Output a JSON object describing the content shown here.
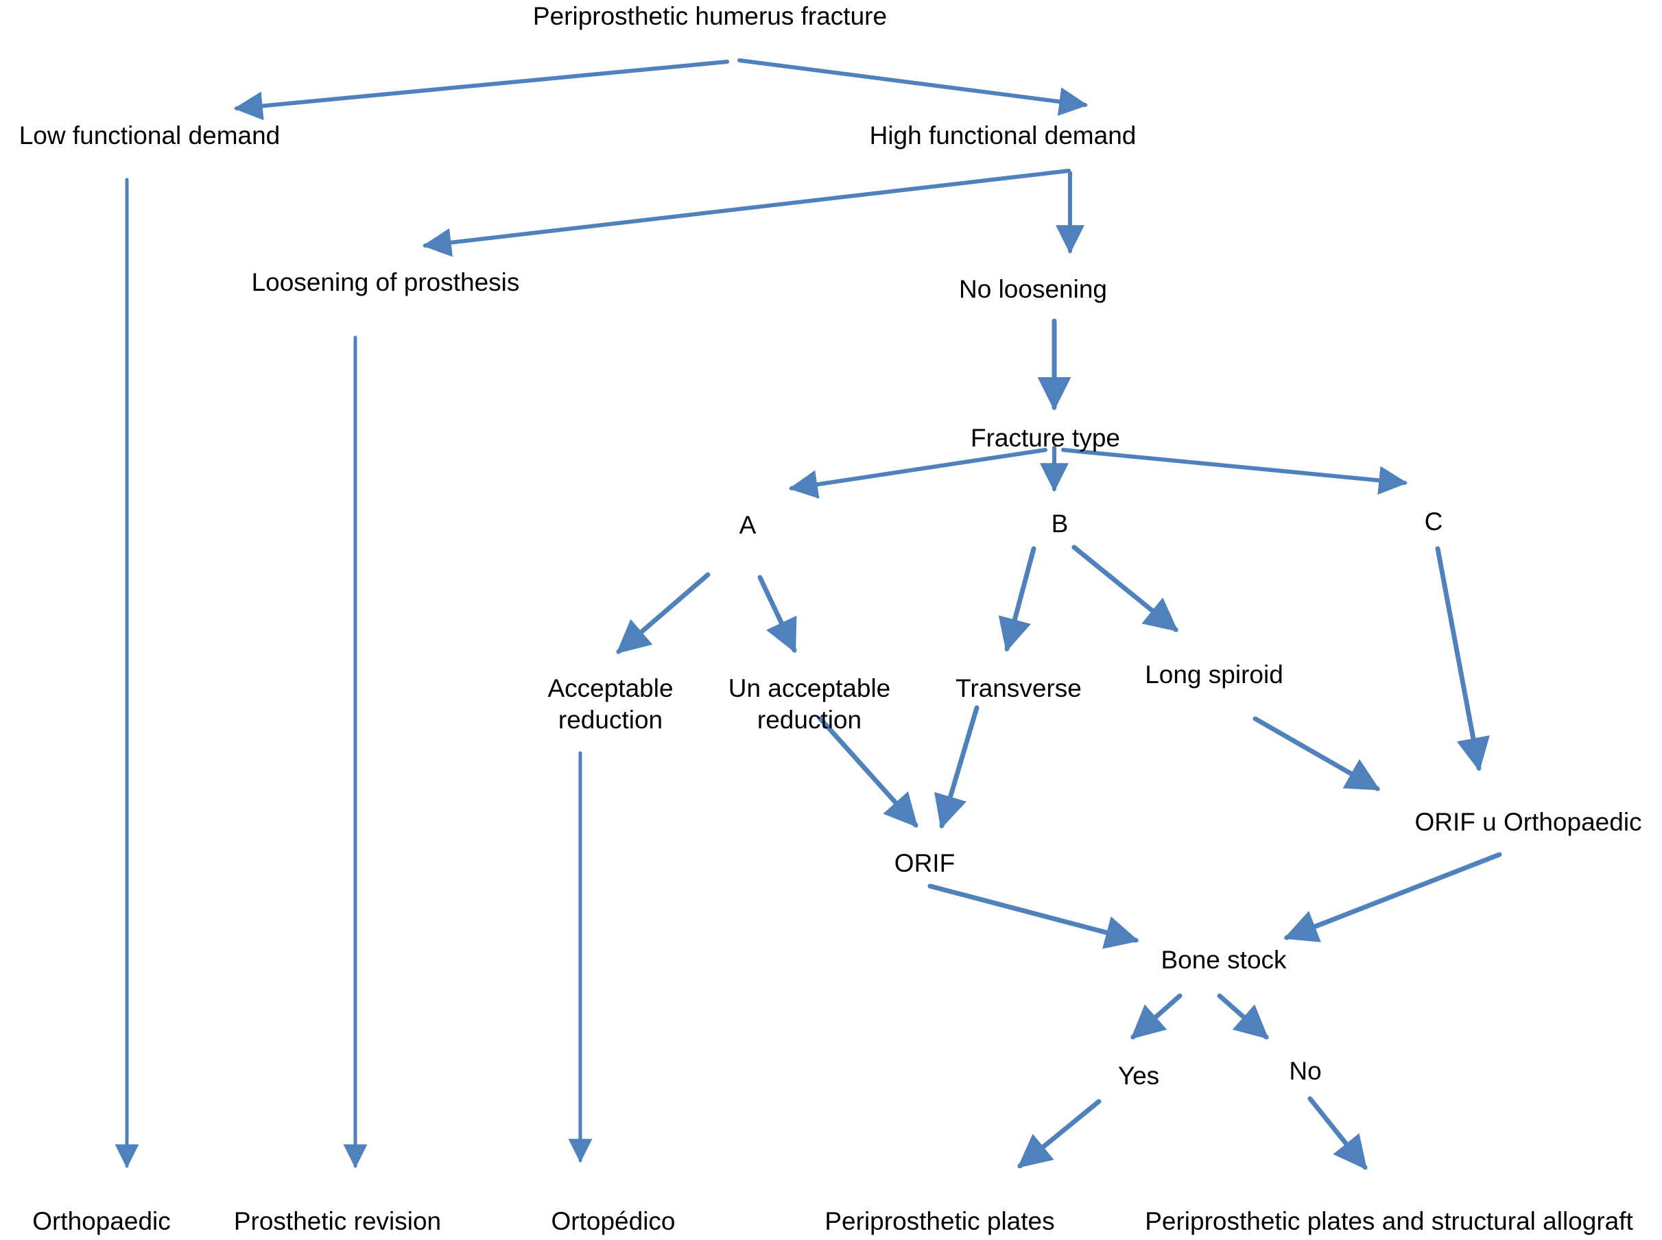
{
  "diagram": {
    "title": "Periprosthetic humerus fracture",
    "arrow_color": "#4f81bd",
    "text_color": "#000000"
  },
  "nodes": {
    "title": {
      "label": "Periprosthetic humerus fracture"
    },
    "low_functional_demand": {
      "label": "Low functional demand"
    },
    "high_functional_demand": {
      "label": "High functional demand"
    },
    "loosening_of_prosthesis": {
      "label": "Loosening of prosthesis"
    },
    "no_loosening": {
      "label": "No loosening"
    },
    "fracture_type": {
      "label": "Fracture type"
    },
    "type_a": {
      "label": "A"
    },
    "type_b": {
      "label": "B"
    },
    "type_c": {
      "label": "C"
    },
    "acceptable_reduction": {
      "label": "Acceptable reduction",
      "lines": [
        "Acceptable",
        "reduction"
      ]
    },
    "unacceptable_reduction": {
      "label": "Un acceptable reduction",
      "lines": [
        "Un acceptable",
        "reduction"
      ]
    },
    "transverse": {
      "label": "Transverse"
    },
    "long_spiroid": {
      "label": "Long spiroid"
    },
    "orif": {
      "label": "ORIF"
    },
    "orif_u_orthopaedic": {
      "label": "ORIF u Orthopaedic"
    },
    "bone_stock": {
      "label": "Bone stock"
    },
    "yes": {
      "label": "Yes"
    },
    "no": {
      "label": "No"
    },
    "orthopaedic": {
      "label": "Orthopaedic"
    },
    "prosthetic_revision": {
      "label": "Prosthetic revision"
    },
    "ortopedico": {
      "label": "Ortopédico"
    },
    "periprosthetic_plates": {
      "label": "Periprosthetic plates"
    },
    "periprosthetic_plates_allograft": {
      "label": "Periprosthetic plates and structural allograft"
    }
  },
  "edges": [
    {
      "from": "title",
      "to": "low_functional_demand"
    },
    {
      "from": "title",
      "to": "high_functional_demand"
    },
    {
      "from": "high_functional_demand",
      "to": "loosening_of_prosthesis"
    },
    {
      "from": "high_functional_demand",
      "to": "no_loosening"
    },
    {
      "from": "no_loosening",
      "to": "fracture_type"
    },
    {
      "from": "fracture_type",
      "to": "type_a"
    },
    {
      "from": "fracture_type",
      "to": "type_b"
    },
    {
      "from": "fracture_type",
      "to": "type_c"
    },
    {
      "from": "type_a",
      "to": "acceptable_reduction"
    },
    {
      "from": "type_a",
      "to": "unacceptable_reduction"
    },
    {
      "from": "type_b",
      "to": "transverse"
    },
    {
      "from": "type_b",
      "to": "long_spiroid"
    },
    {
      "from": "type_c",
      "to": "orif_u_orthopaedic"
    },
    {
      "from": "long_spiroid",
      "to": "orif_u_orthopaedic"
    },
    {
      "from": "unacceptable_reduction",
      "to": "orif"
    },
    {
      "from": "transverse",
      "to": "orif"
    },
    {
      "from": "orif",
      "to": "bone_stock"
    },
    {
      "from": "orif_u_orthopaedic",
      "to": "bone_stock"
    },
    {
      "from": "bone_stock",
      "to": "yes"
    },
    {
      "from": "bone_stock",
      "to": "no"
    },
    {
      "from": "yes",
      "to": "periprosthetic_plates"
    },
    {
      "from": "no",
      "to": "periprosthetic_plates_allograft"
    },
    {
      "from": "low_functional_demand",
      "to": "orthopaedic"
    },
    {
      "from": "loosening_of_prosthesis",
      "to": "prosthetic_revision"
    },
    {
      "from": "acceptable_reduction",
      "to": "ortopedico"
    }
  ]
}
